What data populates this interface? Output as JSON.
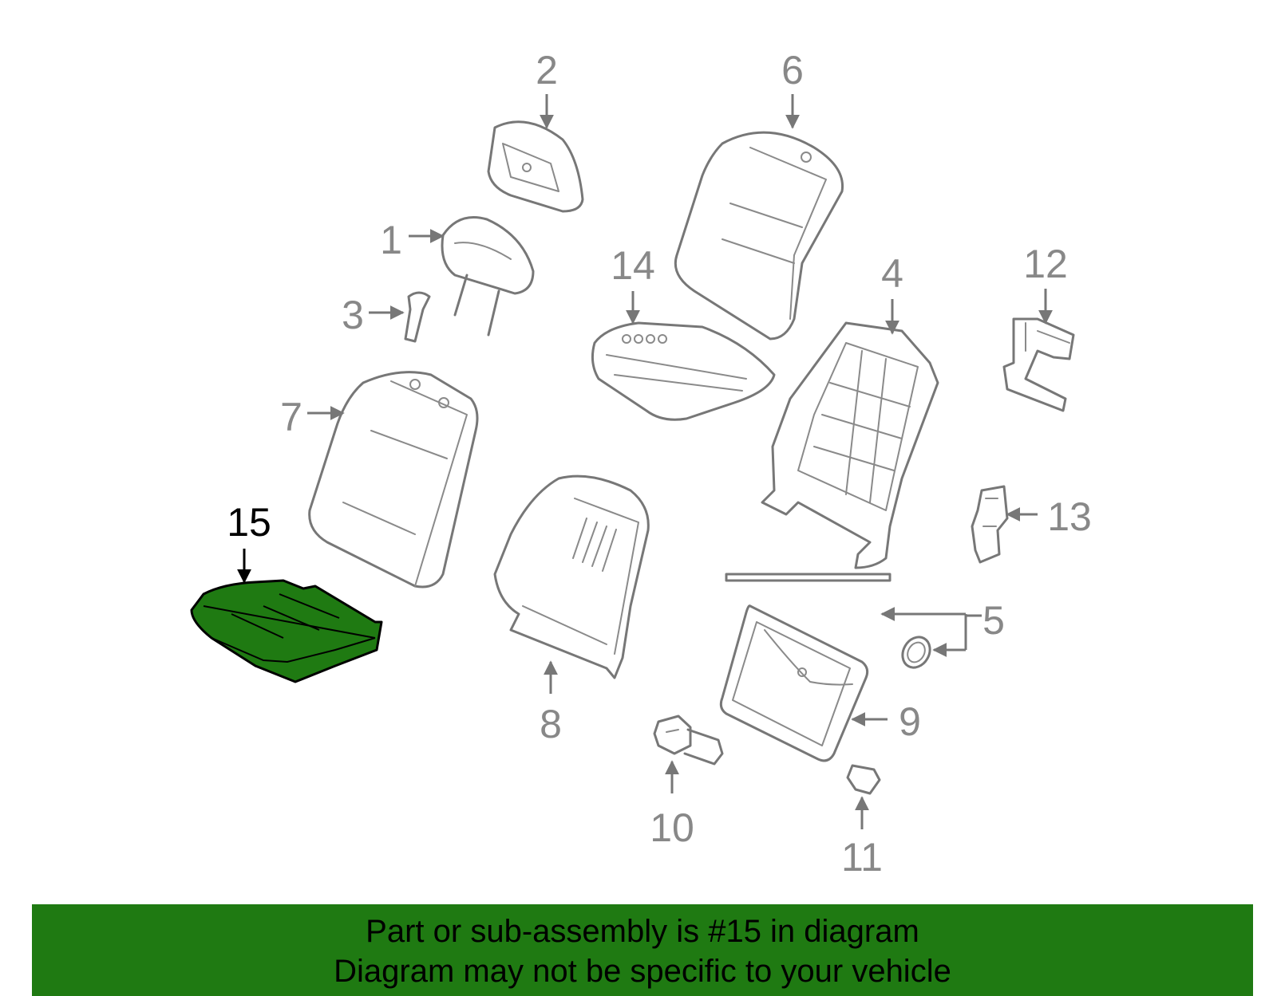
{
  "diagram": {
    "highlighted_part": "15",
    "highlight_color": "#1f7a12",
    "line_color": "#777777",
    "callouts": [
      "1",
      "2",
      "3",
      "4",
      "5",
      "6",
      "7",
      "8",
      "9",
      "10",
      "11",
      "12",
      "13",
      "14",
      "15"
    ]
  },
  "banner": {
    "background": "#1f7a12",
    "line1": "Part or sub-assembly is #15 in diagram",
    "line2": "Diagram may not be specific to your vehicle"
  }
}
